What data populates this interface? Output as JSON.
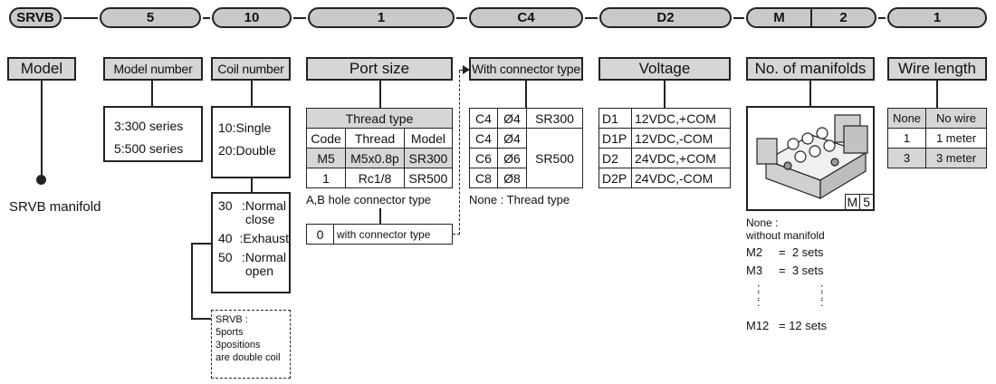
{
  "codes": {
    "series": "SRVB",
    "model_number": "5",
    "coil_number": "10",
    "port_size": "1",
    "connector_type": "C4",
    "voltage": "D2",
    "manifold_m": "M",
    "manifold_num": "2",
    "wire_length": "1"
  },
  "headers": {
    "model": "Model",
    "model_number": "Model number",
    "coil_number": "Coil number",
    "port_size": "Port size",
    "connector_type": "With connector type",
    "voltage": "Voltage",
    "manifolds": "No. of manifolds",
    "wire_length": "Wire length"
  },
  "model_note": "SRVB manifold",
  "model_number_options": [
    "3:300 series",
    "5:500 series"
  ],
  "coil_options": [
    "10:Single",
    "20:Double"
  ],
  "function_options": [
    {
      "code": "30",
      "label": "Normal",
      "label2": "close"
    },
    {
      "code": "40",
      "label": "Exhaust",
      "label2": ""
    },
    {
      "code": "50",
      "label": "Normal",
      "label2": "open"
    }
  ],
  "srvb_note": [
    "SRVB :",
    "5ports",
    "3positions",
    "are double coil"
  ],
  "thread": {
    "title": "Thread type",
    "columns": [
      "Code",
      "Thread",
      "Model"
    ],
    "rows": [
      [
        "M5",
        "M5x0.8p",
        "SR300"
      ],
      [
        "1",
        "Rc1/8",
        "SR500"
      ]
    ],
    "connector_caption": "A,B hole connector type",
    "connector_code": "0",
    "connector_label": "with connector type"
  },
  "connector": {
    "rows": [
      [
        "C4",
        "Ø4",
        "SR300"
      ],
      [
        "C4",
        "Ø4",
        "SR500"
      ],
      [
        "C6",
        "Ø6",
        ""
      ],
      [
        "C8",
        "Ø8",
        ""
      ]
    ],
    "note": "None : Thread type"
  },
  "voltage": {
    "rows": [
      [
        "D1",
        "12VDC,+COM"
      ],
      [
        "D1P",
        "12VDC,-COM"
      ],
      [
        "D2",
        "24VDC,+COM"
      ],
      [
        "D2P",
        "24VDC,-COM"
      ]
    ]
  },
  "manifold": {
    "image_label": "M 5",
    "image_label_m": "M",
    "image_label_n": "5",
    "none_line1": "None :",
    "none_line2": "without manifold",
    "rows": [
      [
        "M2",
        "=  2 sets"
      ],
      [
        "M3",
        "=  3 sets"
      ],
      [
        "M12",
        "= 12 sets"
      ]
    ],
    "ellipsis": ":"
  },
  "wire": {
    "rows": [
      [
        "None",
        "No wire"
      ],
      [
        "1",
        "1 meter"
      ],
      [
        "3",
        "3 meter"
      ]
    ]
  }
}
